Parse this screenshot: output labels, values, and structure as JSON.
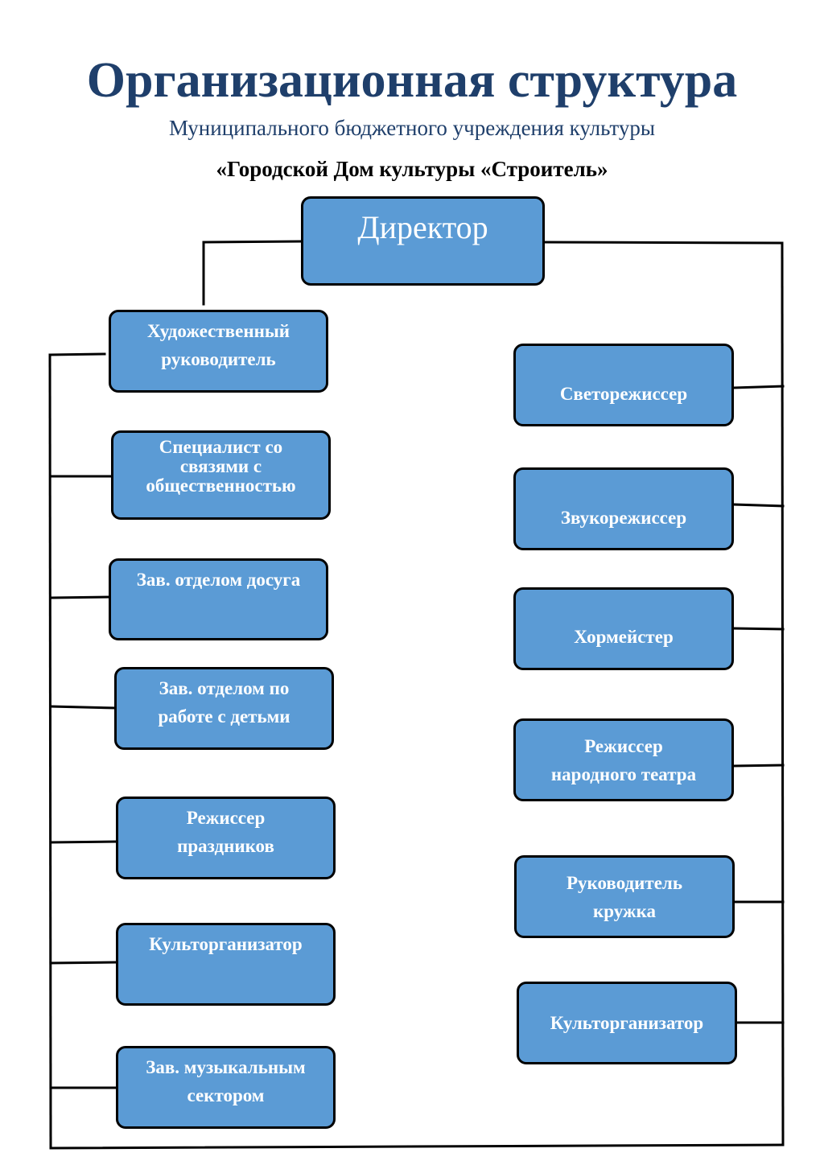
{
  "header": {
    "title": "Организационная структура",
    "subtitle": "Муниципального бюджетного учреждения культуры",
    "institution": "«Городской Дом культуры «Строитель»"
  },
  "colors": {
    "title": "#1f3f6b",
    "box_fill": "#5b9bd5",
    "box_border": "#000000",
    "box_text": "#ffffff",
    "connector": "#000000"
  },
  "director": {
    "label": "Директор"
  },
  "left_column": [
    {
      "label": "Художественный\nруководитель"
    },
    {
      "label": "Специалист со\nсвязями с\nобщественностью"
    },
    {
      "label": "Зав. отделом досуга"
    },
    {
      "label": "Зав. отделом по\nработе с детьми"
    },
    {
      "label": "Режиссер\nпраздников"
    },
    {
      "label": "Культорганизатор"
    },
    {
      "label": "Зав. музыкальным\nсектором"
    }
  ],
  "right_column": [
    {
      "label": "Светорежиссер"
    },
    {
      "label": "Звукорежиссер"
    },
    {
      "label": "Хормейстер"
    },
    {
      "label": "Режиссер\nнародного театра"
    },
    {
      "label": "Руководитель\nкружка"
    },
    {
      "label": "Культорганизатор"
    }
  ]
}
